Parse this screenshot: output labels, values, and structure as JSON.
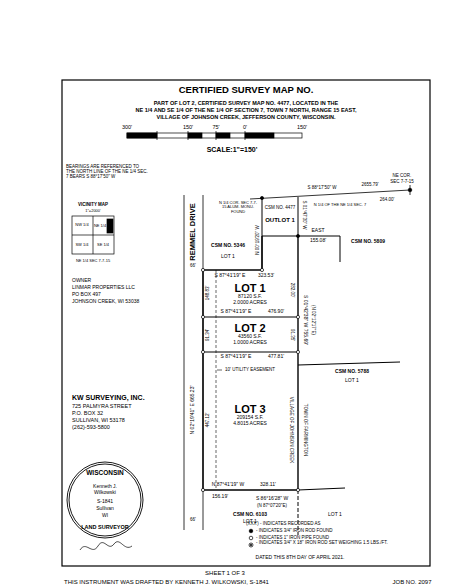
{
  "diagram": {
    "title": "CERTIFIED SURVEY MAP NO.",
    "nodes": [
      {
        "text": [
          "LOT 1",
          "87120 S.F.",
          "2.0000 ACRES"
        ]
      },
      {
        "text": [
          "LOT 2",
          "43560 S.F.",
          "1.0000 ACRES"
        ]
      },
      {
        "text": [
          "LOT 3",
          "209154 S.F.",
          "4.8015 ACRES"
        ]
      }
    ],
    "labels": [
      "PART OF LOT 2, CERTIFIED SURVEY MAP NO. 4477, LOCATED IN THE",
      "NE 1/4 AND SE 1/4 OF THE NE 1/4 OF SECTION 7, TOWN 7 NORTH, RANGE 15 EAST,",
      "VILLAGE OF JOHNSON CREEK, JEFFERSON COUNTY, WISCONSIN.",
      "300'",
      "150'",
      "75'",
      "0'",
      "150'",
      "SCALE:1\"=150'",
      "BEARINGS ARE REFERENCED TO THE NORTH LINE OF THE NE 1/4 SEC. 7 BEARS S 88°17'50\" W",
      "VICINITY MAP",
      "1\"=2000'",
      "NW 1/4",
      "NE 1/4",
      "SW 1/4",
      "SE 1/4",
      "NE 1/4 SEC 7-7-15",
      "OWNER",
      "LINMAR PROPERTIES LLC",
      "PO BOX 497",
      "JOHNSON CREEK, WI 53038",
      "REMMEL DRIVE",
      "NE COR.",
      "SEC 7-7-15",
      "S 88°17'50\" W",
      "2655.79'",
      "264.00'",
      "N 1/4 COR. SEC 7-7-15 ALUM. MONU. FOUND",
      "N 1/4 OF THE NE 1/4 SEC. 7",
      "S 01°47'30\" W",
      "N 00°19'20\" W",
      "CSM NO. 4477",
      "OUTLOT 1",
      "EAST",
      "155.08'",
      "CSM NO. 5809",
      "CSM NO. 5346",
      "LOT 1",
      "S 87°41'19\" E",
      "323.53'",
      "148.83'",
      "S 87°41'19\" E",
      "476.90'",
      "91.34'",
      "S 87°41'19\" E",
      "477.81'",
      "10' UTILITY EASEMENT",
      "N 02°19'41\" E 665.23'",
      "447.12'",
      "66'",
      "66'",
      "282.00'",
      "91.35'",
      "S 01°42'38\" W 755.69'",
      "(N 02°12'17\"E)",
      "VILLAGE OF JOHNSON CREEK",
      "TOWN OF FARMINGTON",
      "CSM NO. 5788",
      "LOT 1",
      "N 87°41'19\" W",
      "156.19'",
      "328.11'",
      "S 86°16'28\" W",
      "(N 87°07'20\"E)",
      "CSM NO. 6103",
      "LOT 1",
      "LOT 1",
      "KW SURVEYING, INC.",
      "725 PALMYRA STREET",
      "P.O. BOX 32",
      "SULLIVAN, WI 53178",
      "(262)-593-5800",
      "WISCONSIN",
      "Kenneth J. Wilkowski",
      "S-1841",
      "Sullivan",
      "WI",
      "LAND SURVEYOR",
      "DATED THIS 8TH DAY OF APRIL 2021.",
      "SHEET 1 OF 3",
      "THIS INSTRUMENT WAS DRAFTED BY KENNETH J. WILKOWSKI, S-1841",
      "JOB NO. 2097"
    ],
    "legend": [
      {
        "text": "(XXX') - INDICATES RECORDED AS"
      },
      {
        "text": "- INDICATES 3/4\" IRON ROD FOUND"
      },
      {
        "text": "- INDICATES 1\" IRON PIPE FOUND"
      },
      {
        "text": "- INDICATES 3/4\" X 18\" IRON ROD SET WEIGHING 1.5 LBS./FT."
      }
    ]
  }
}
